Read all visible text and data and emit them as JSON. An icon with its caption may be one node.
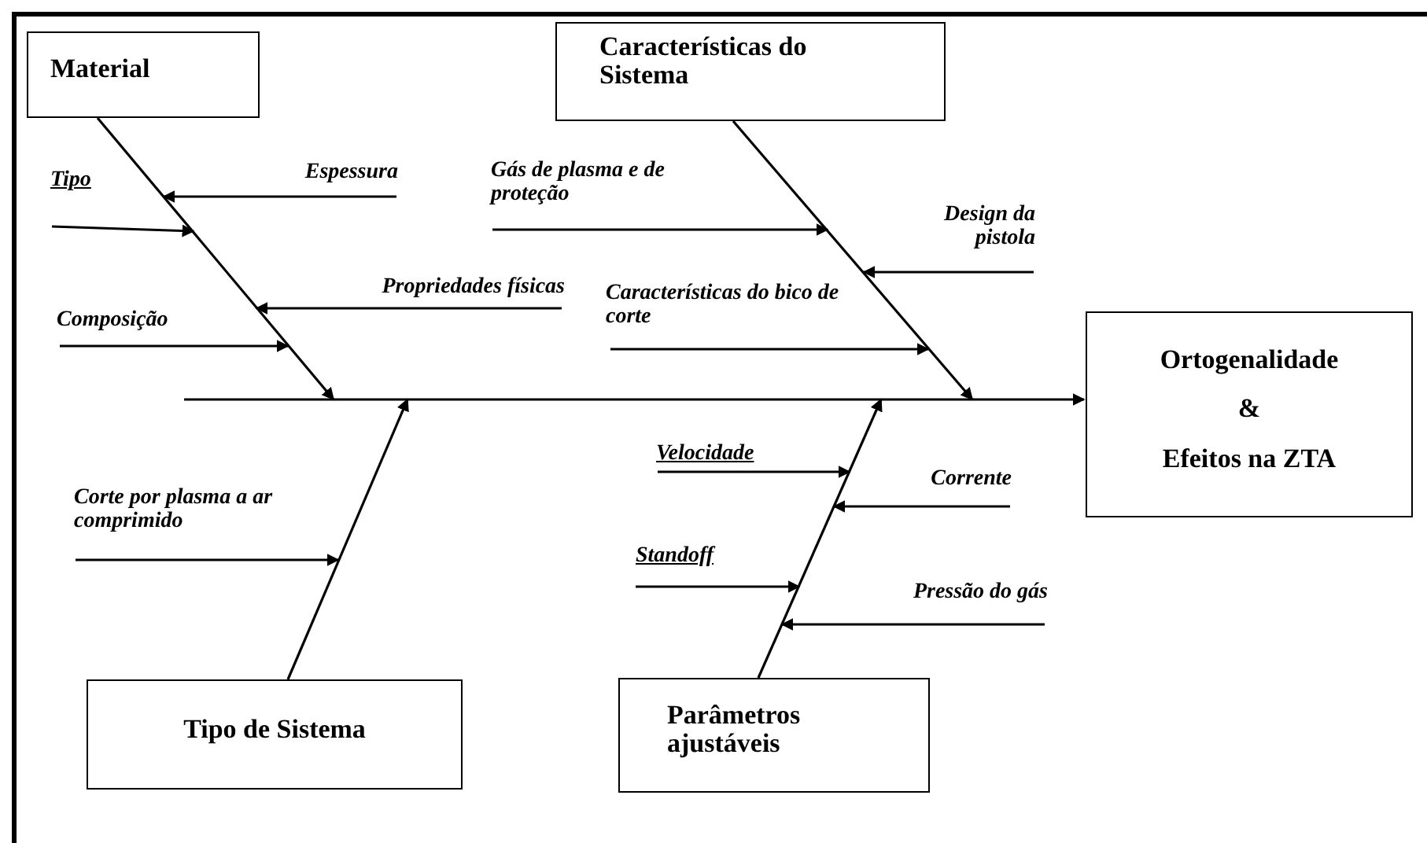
{
  "diagram": {
    "nodes": [
      {
        "text": [
          "Material"
        ]
      },
      {
        "text": [
          "Características do Sistema"
        ]
      },
      {
        "text": [
          "Espessura"
        ]
      },
      {
        "text": [
          "Tipo"
        ]
      },
      {
        "text": [
          "Gás de plasma e de proteção"
        ]
      },
      {
        "text": [
          "Design da pistola"
        ]
      },
      {
        "text": [
          "Propriedades físicas"
        ]
      },
      {
        "text": [
          "Composição"
        ]
      },
      {
        "text": [
          "Características do bico de corte"
        ]
      },
      {
        "text": [
          "Ortogenalidade",
          "&",
          "Efeitos na ZTA"
        ]
      },
      {
        "text": [
          "Velocidade"
        ]
      },
      {
        "text": [
          "Corrente"
        ]
      },
      {
        "text": [
          "Corte por plasma a ar comprimido"
        ]
      },
      {
        "text": [
          "Standoff"
        ]
      },
      {
        "text": [
          "Pressão do gás"
        ]
      },
      {
        "text": [
          "Tipo de Sistema"
        ]
      },
      {
        "text": [
          "Parâmetros ajustáveis"
        ]
      },
      {
        "text": [],
        "shape": "line"
      },
      {
        "text": [],
        "shape": "line"
      },
      {
        "text": [],
        "shape": "line"
      },
      {
        "text": [],
        "shape": "line"
      },
      {
        "text": [],
        "shape": "line"
      }
    ],
    "edges": [
      {
        "from": 21,
        "to": 9,
        "arrow": "to"
      },
      {
        "from": 0,
        "to": 21,
        "arrow": "to"
      },
      {
        "from": 1,
        "to": 21,
        "arrow": "to"
      },
      {
        "from": 15,
        "to": 21,
        "arrow": "to"
      },
      {
        "from": 16,
        "to": 21,
        "arrow": "to"
      },
      {
        "from": 2,
        "to": 17,
        "arrow": "to"
      },
      {
        "from": 3,
        "to": 17,
        "arrow": "to"
      },
      {
        "from": 4,
        "to": 18,
        "arrow": "to"
      },
      {
        "from": 5,
        "to": 18,
        "arrow": "to"
      },
      {
        "from": 6,
        "to": 17,
        "arrow": "to"
      },
      {
        "from": 7,
        "to": 17,
        "arrow": "to"
      },
      {
        "from": 8,
        "to": 18,
        "arrow": "to"
      },
      {
        "from": 10,
        "to": 20,
        "arrow": "to"
      },
      {
        "from": 11,
        "to": 20,
        "arrow": "to"
      },
      {
        "from": 12,
        "to": 19,
        "arrow": "to"
      },
      {
        "from": 13,
        "to": 20,
        "arrow": "to"
      },
      {
        "from": 14,
        "to": 20,
        "arrow": "to"
      }
    ]
  }
}
